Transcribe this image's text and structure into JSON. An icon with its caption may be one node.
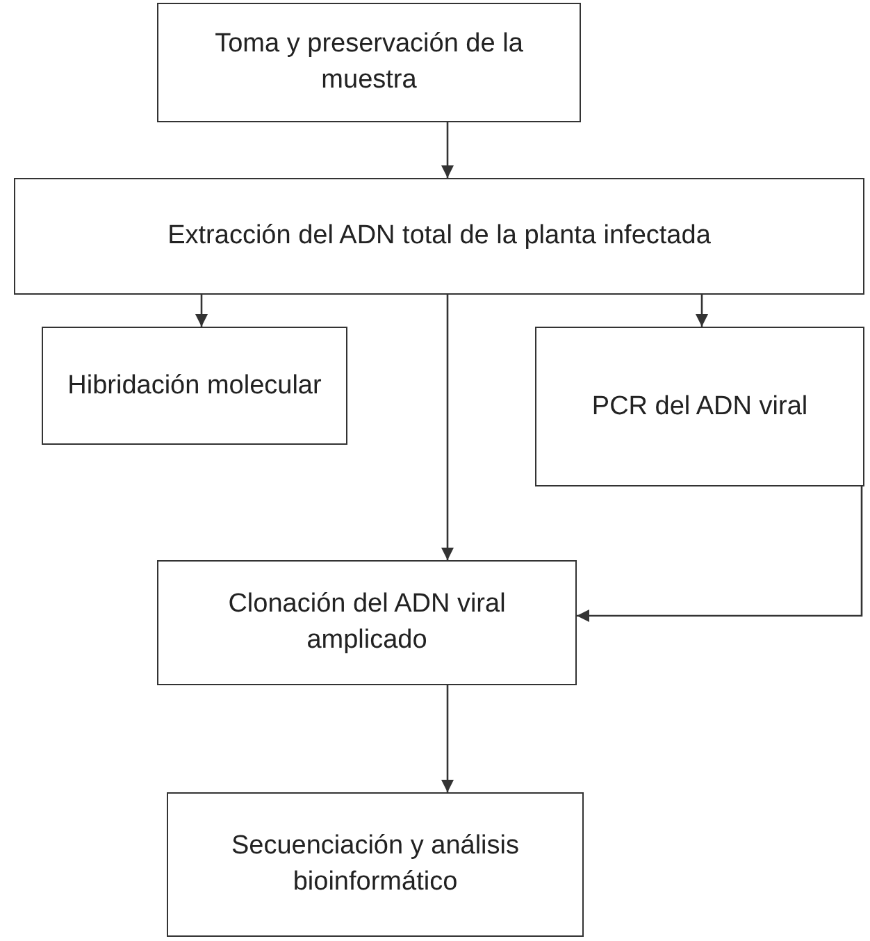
{
  "diagram": {
    "nodes": [
      {
        "text": [
          "Toma y preservación de la muestra"
        ]
      },
      {
        "text": [
          "Extracción del ADN total de la planta infectada"
        ]
      },
      {
        "text": [
          "Hibridación molecular"
        ]
      },
      {
        "text": [
          "PCR del ADN viral"
        ]
      },
      {
        "text": [
          "Clonación del ADN viral amplicado"
        ]
      },
      {
        "text": [
          "Secuenciación y análisis bioinformático"
        ]
      }
    ],
    "edges": [
      {
        "from": 0,
        "to": 1,
        "arrow": "to"
      },
      {
        "from": 1,
        "to": 2,
        "arrow": "to"
      },
      {
        "from": 1,
        "to": 3,
        "arrow": "to"
      },
      {
        "from": 1,
        "to": 4,
        "arrow": "to"
      },
      {
        "from": 3,
        "to": 4,
        "arrow": "to"
      },
      {
        "from": 4,
        "to": 5,
        "arrow": "to"
      }
    ]
  }
}
